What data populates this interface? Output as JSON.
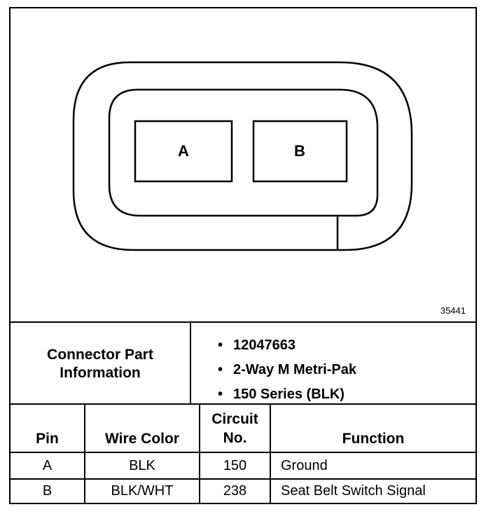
{
  "diagram": {
    "pins": [
      "A",
      "B"
    ],
    "ref_number": "35441"
  },
  "connector_info": {
    "title_line1": "Connector Part",
    "title_line2": "Information",
    "items": [
      "12047663",
      "2-Way M Metri-Pak",
      "150 Series (BLK)"
    ]
  },
  "table": {
    "headers": {
      "pin": "Pin",
      "wire_color": "Wire Color",
      "circuit_line1": "Circuit",
      "circuit_line2": "No.",
      "function": "Function"
    },
    "rows": [
      {
        "pin": "A",
        "wire_color": "BLK",
        "circuit": "150",
        "function": "Ground"
      },
      {
        "pin": "B",
        "wire_color": "BLK/WHT",
        "circuit": "238",
        "function": "Seat Belt Switch Signal"
      }
    ]
  }
}
